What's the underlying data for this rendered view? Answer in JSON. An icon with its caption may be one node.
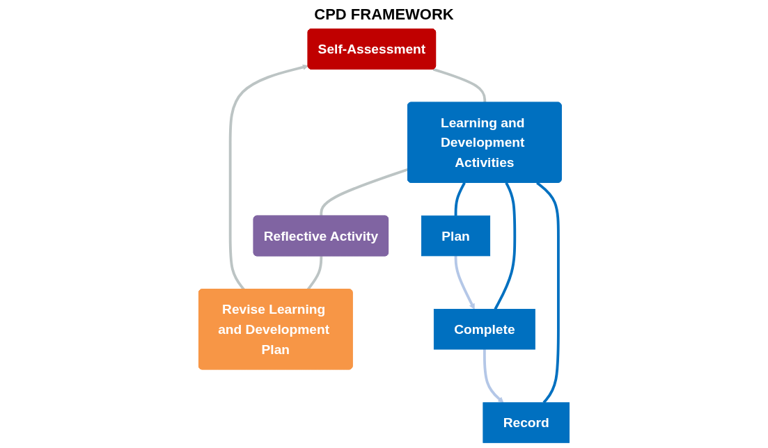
{
  "diagram": {
    "nodes": [
      {
        "text": [
          "Self-Assessment"
        ]
      },
      {
        "text": [
          "Learning and Development Activities"
        ]
      },
      {
        "text": [
          "Reflective Activity"
        ]
      },
      {
        "text": [
          "Revise Learning and Development Plan"
        ]
      },
      {
        "text": [
          "Plan"
        ]
      },
      {
        "text": [
          "Complete"
        ]
      },
      {
        "text": [
          "Record"
        ]
      }
    ],
    "edges": [
      {
        "from": 0,
        "to": 1,
        "arrow": "none"
      },
      {
        "from": 1,
        "to": 2,
        "arrow": "none"
      },
      {
        "from": 2,
        "to": 3,
        "arrow": "none"
      },
      {
        "from": 3,
        "to": 0,
        "arrow": "to"
      },
      {
        "from": 1,
        "to": 4,
        "arrow": "none",
        "color": "#0070c0"
      },
      {
        "from": 1,
        "to": 5,
        "arrow": "none",
        "color": "#0070c0"
      },
      {
        "from": 1,
        "to": 6,
        "arrow": "none",
        "color": "#0070c0"
      },
      {
        "from": 4,
        "to": 5,
        "arrow": "to",
        "color": "#b4c7e7"
      },
      {
        "from": 5,
        "to": 6,
        "arrow": "to",
        "color": "#b4c7e7"
      }
    ],
    "labels": [
      "CPD FRAMEWORK"
    ]
  }
}
